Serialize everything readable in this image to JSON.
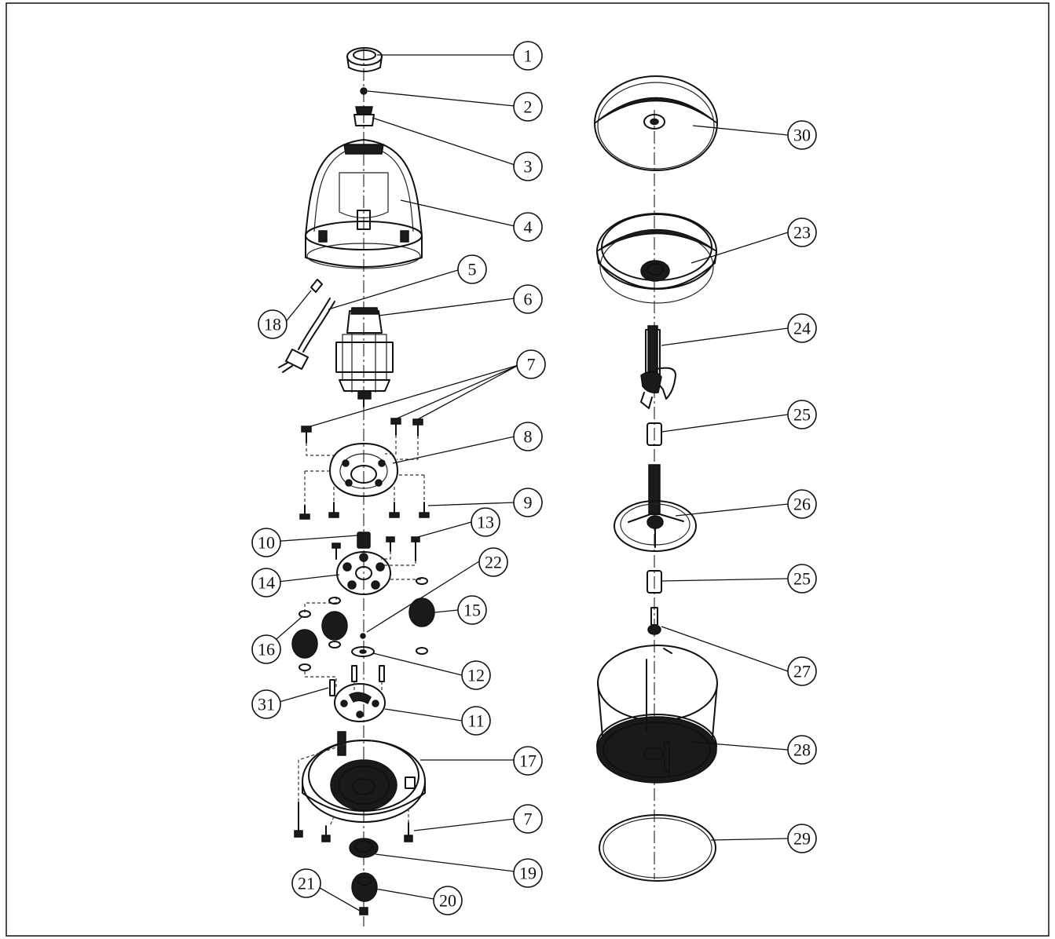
{
  "callouts": [
    {
      "n": "1"
    },
    {
      "n": "2"
    },
    {
      "n": "3"
    },
    {
      "n": "4"
    },
    {
      "n": "5"
    },
    {
      "n": "6"
    },
    {
      "n": "7"
    },
    {
      "n": "7"
    },
    {
      "n": "8"
    },
    {
      "n": "9"
    },
    {
      "n": "10"
    },
    {
      "n": "11"
    },
    {
      "n": "12"
    },
    {
      "n": "13"
    },
    {
      "n": "14"
    },
    {
      "n": "15"
    },
    {
      "n": "16"
    },
    {
      "n": "17"
    },
    {
      "n": "18"
    },
    {
      "n": "19"
    },
    {
      "n": "20"
    },
    {
      "n": "21"
    },
    {
      "n": "22"
    },
    {
      "n": "23"
    },
    {
      "n": "24"
    },
    {
      "n": "25"
    },
    {
      "n": "25"
    },
    {
      "n": "26"
    },
    {
      "n": "27"
    },
    {
      "n": "28"
    },
    {
      "n": "29"
    },
    {
      "n": "30"
    },
    {
      "n": "31"
    }
  ]
}
